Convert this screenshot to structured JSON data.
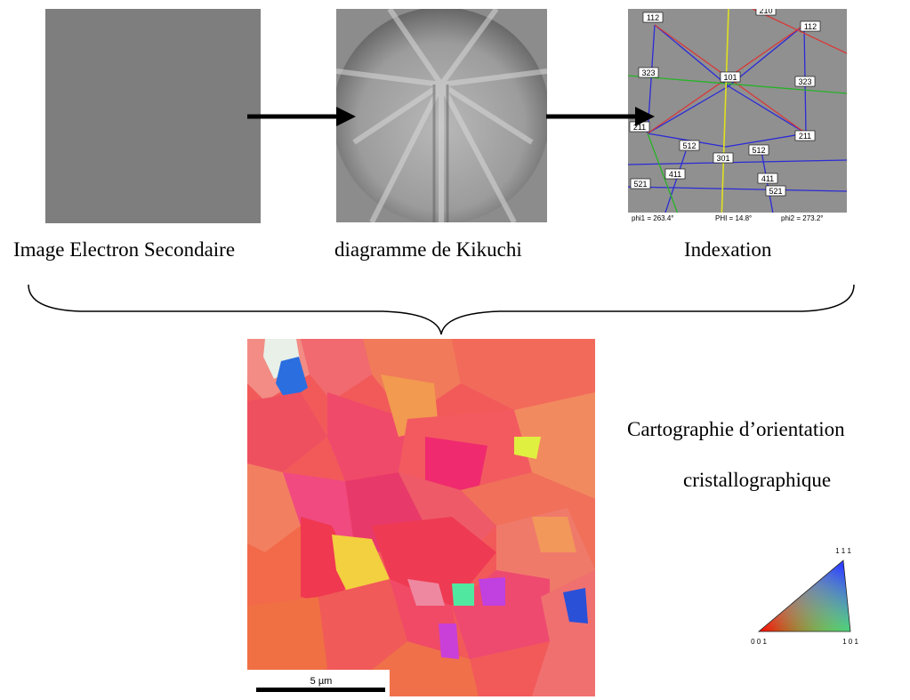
{
  "captions": {
    "sei": "Image Electron Secondaire",
    "kikuchi": "diagramme de Kikuchi",
    "indexation": "Indexation"
  },
  "orientation_map": {
    "title_line1": "Cartographie d’orientation",
    "title_line2": "cristallographique",
    "scale_bar": "5 µm"
  },
  "indexation_labels": [
    "112",
    "210",
    "112",
    "323",
    "101",
    "323",
    "211",
    "512",
    "512",
    "211",
    "301",
    "411",
    "411",
    "521",
    "521"
  ],
  "euler_readout": {
    "phi1": "phi1 = 263.4°",
    "PHI": "PHI = 14.8°",
    "phi2": "phi2 = 273.2°"
  },
  "ipf_key": {
    "corner_top": "1 1 1",
    "corner_left": "0 0 1",
    "corner_right": "1 0 1"
  },
  "colors": {
    "arrow": "#000000",
    "band_blue": "#2b2bd6",
    "band_red": "#d63a3a",
    "band_green": "#27b227",
    "band_yellow": "#e0e020"
  }
}
